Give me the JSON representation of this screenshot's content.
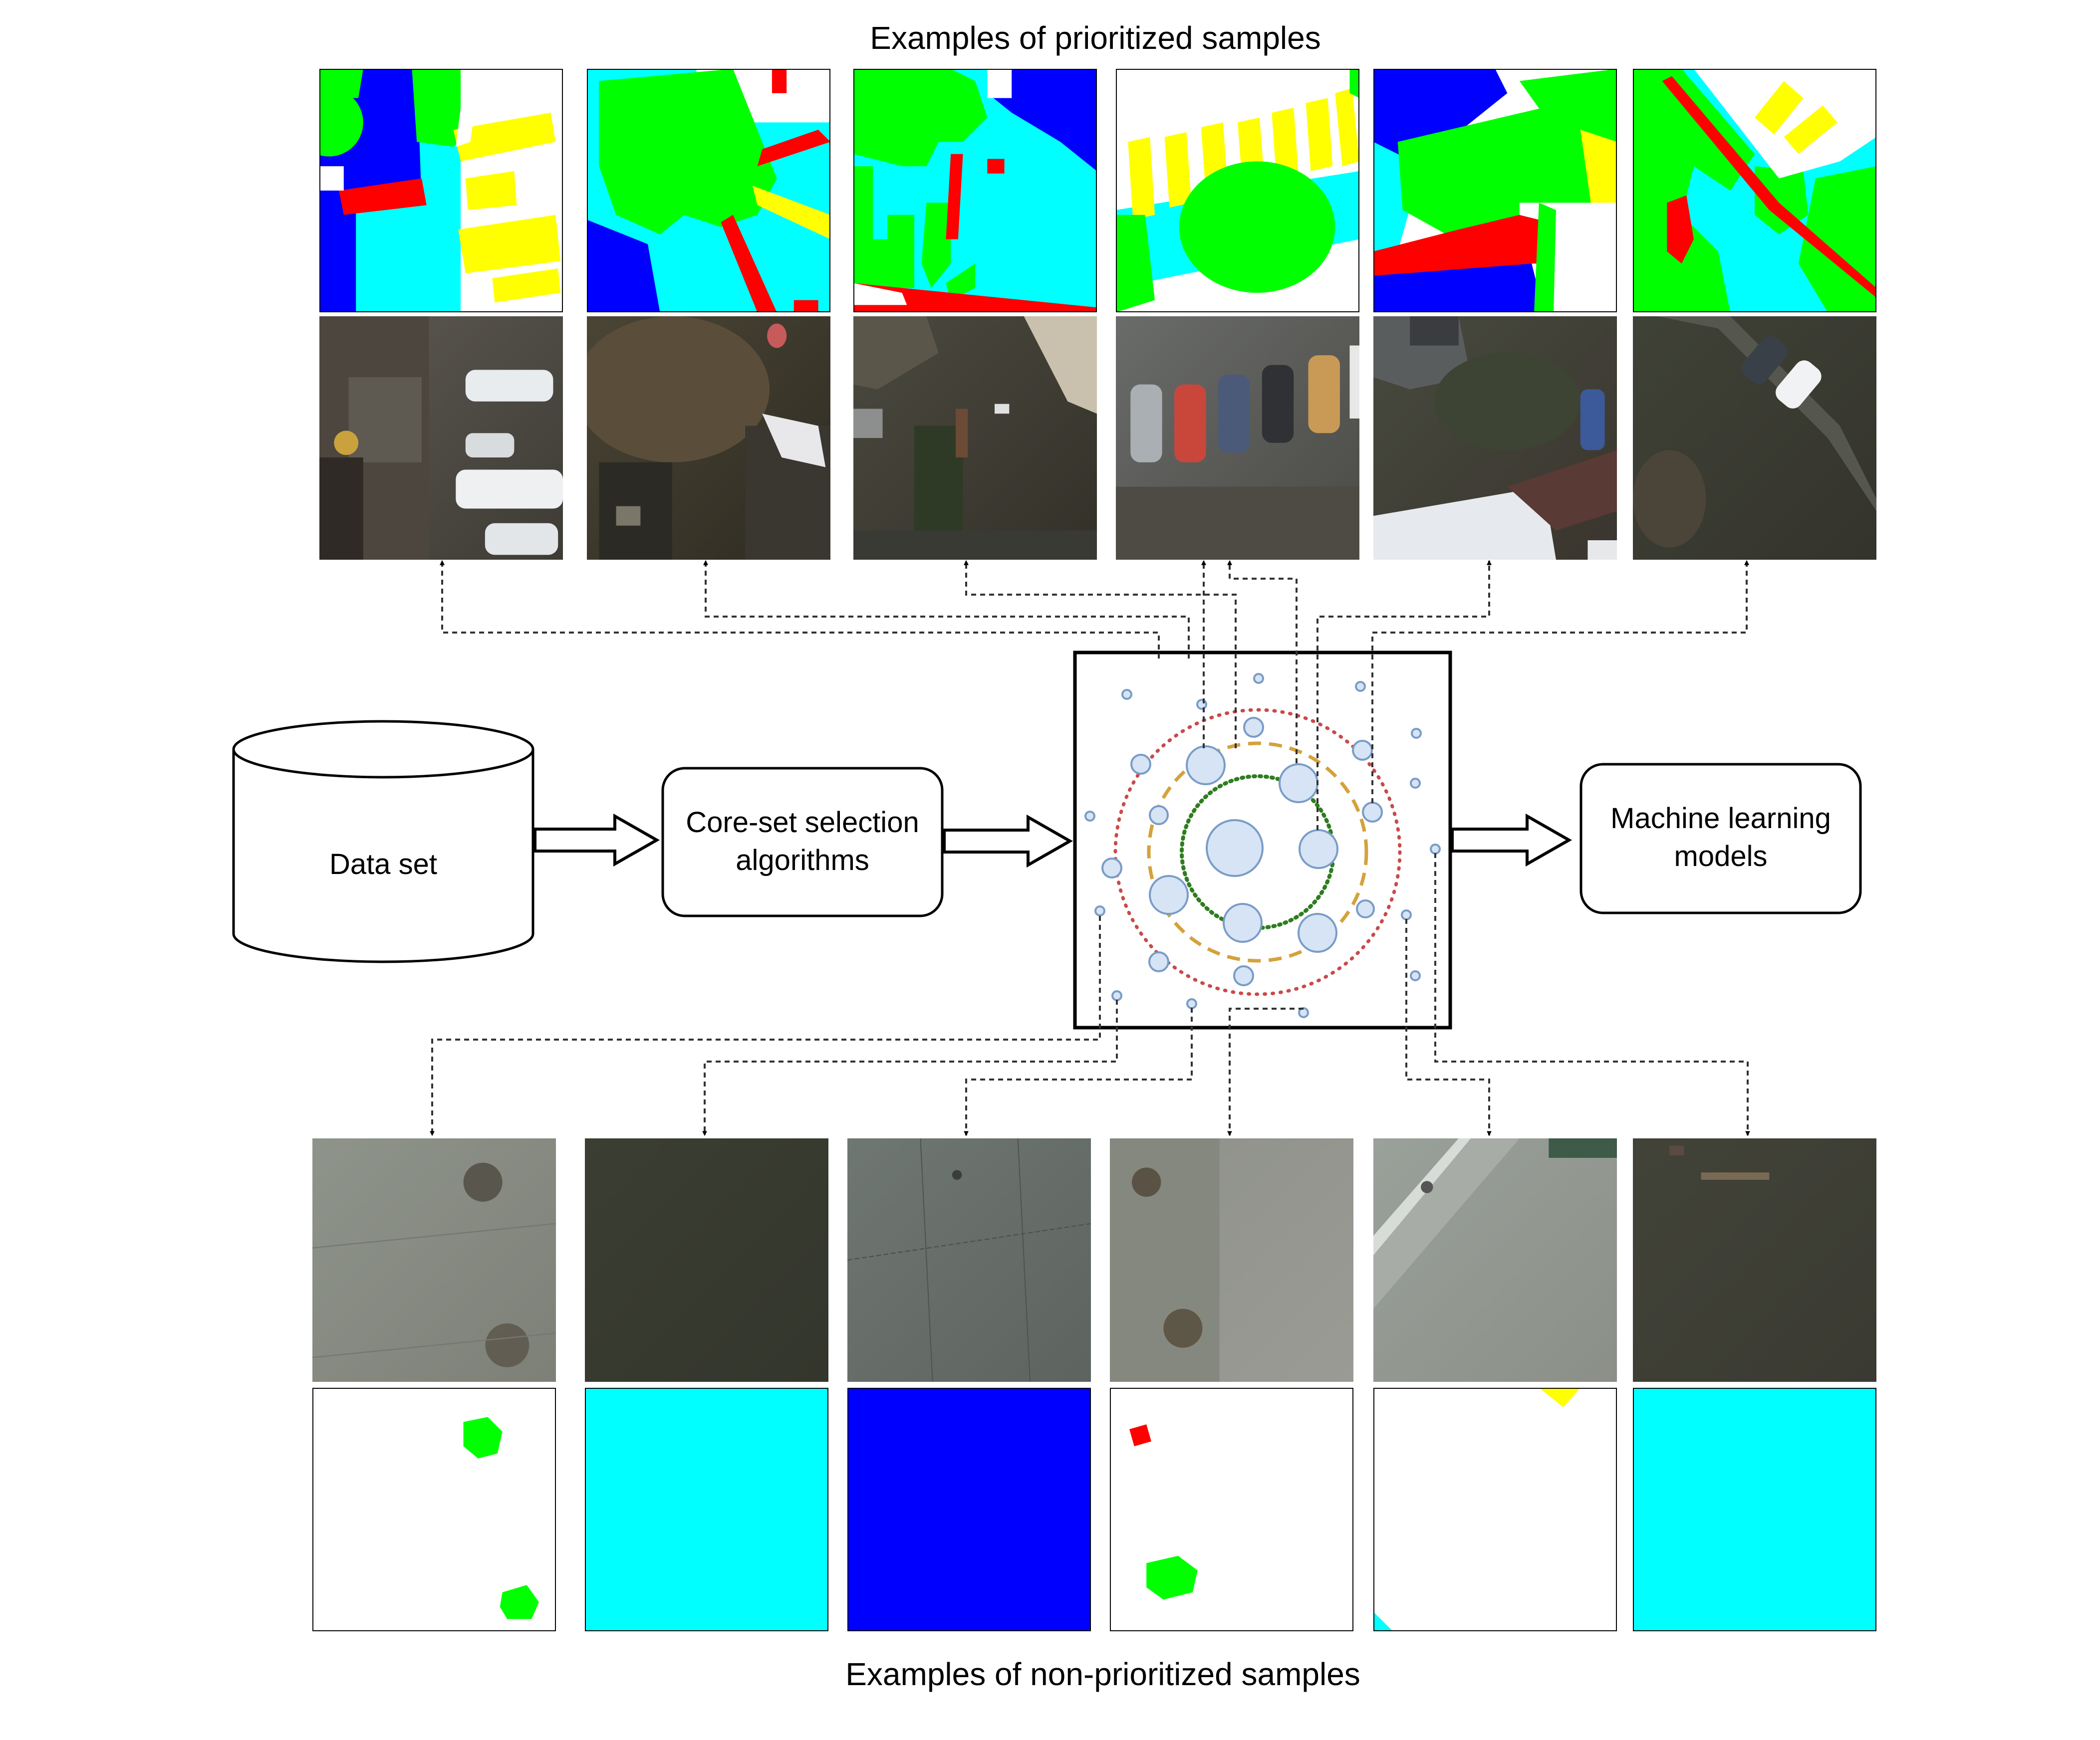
{
  "title_top": "Examples of prioritized samples",
  "title_bottom": "Examples of non-prioritized samples",
  "dataset_label": "Data set",
  "coreset_label_line1": "Core-set selection",
  "coreset_label_line2": "algorithms",
  "ml_label_line1": "Machine learning",
  "ml_label_line2": "models",
  "colors": {
    "white": "#ffffff",
    "blue": "#0000ff",
    "cyan": "#00ffff",
    "green": "#00ff00",
    "yellow": "#ffff00",
    "red": "#ff0000",
    "ring_inner": "#2e7d1f",
    "ring_middle": "#d4a23b",
    "ring_outer": "#c94a4a",
    "bubble_fill": "#d6e4f5",
    "bubble_stroke": "#7a9cc6"
  },
  "prioritized_samples": [
    {
      "name": "prioritized-sample-1",
      "photo_tone": "parking-lot-gray"
    },
    {
      "name": "prioritized-sample-2",
      "photo_tone": "dark-vegetation-brown"
    },
    {
      "name": "prioritized-sample-3",
      "photo_tone": "dark-soil"
    },
    {
      "name": "prioritized-sample-4",
      "photo_tone": "parked-cars-gray"
    },
    {
      "name": "prioritized-sample-5",
      "photo_tone": "roof-and-trees"
    },
    {
      "name": "prioritized-sample-6",
      "photo_tone": "dark-garden"
    }
  ],
  "nonprioritized_samples": [
    {
      "name": "non-prioritized-sample-1",
      "photo_tone": "light-gray-pavement"
    },
    {
      "name": "non-prioritized-sample-2",
      "photo_tone": "dark-green-lawn"
    },
    {
      "name": "non-prioritized-sample-3",
      "photo_tone": "gray-concrete"
    },
    {
      "name": "non-prioritized-sample-4",
      "photo_tone": "gray-pavement"
    },
    {
      "name": "non-prioritized-sample-5",
      "photo_tone": "street-light-gray"
    },
    {
      "name": "non-prioritized-sample-6",
      "photo_tone": "dark-lawn"
    }
  ]
}
